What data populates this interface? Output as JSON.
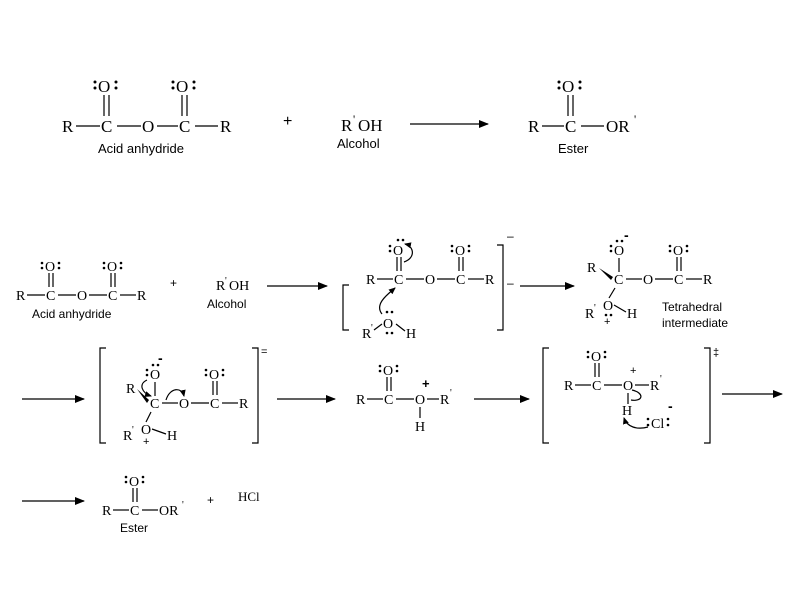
{
  "overall": {
    "reactant_labels": [
      "Acid anhydride",
      "Alcohol"
    ],
    "product_label": "Ester",
    "plus": "+",
    "alcohol_formula": {
      "main": "R",
      "prime": "'",
      "rest": "OH"
    },
    "atoms": {
      "R": "R",
      "C": "C",
      "O": "O",
      "OR": "OR",
      "prime": "'"
    }
  },
  "mechanism": {
    "step1": {
      "anhydride_label": "Acid anhydride",
      "alcohol_label": "Alcohol",
      "plus": "+",
      "bracket_mark": "–",
      "atoms": {
        "R": "R",
        "C": "C",
        "O": "O",
        "H": "H",
        "prime": "'",
        "OH": "OH"
      }
    },
    "tetrahedral": {
      "label_line1": "Tetrahedral",
      "label_line2": "intermediate",
      "minus": "-",
      "plus": "+",
      "atoms": {
        "R": "R",
        "C": "C",
        "O": "O",
        "H": "H",
        "prime": "'"
      }
    },
    "step2": {
      "bracket_mark": "=",
      "minus": "-",
      "plus": "+",
      "atoms": {
        "R": "R",
        "C": "C",
        "O": "O",
        "H": "H",
        "prime": "'"
      }
    },
    "protonated_ester": {
      "plus": "+",
      "atoms": {
        "R": "R",
        "C": "C",
        "O": "O",
        "H": "H",
        "prime": "'"
      }
    },
    "step3": {
      "bracket_mark": "‡",
      "plus": "+",
      "minus": "-",
      "chloride": "Cl",
      "atoms": {
        "R": "R",
        "C": "C",
        "O": "O",
        "H": "H",
        "prime": "'"
      }
    },
    "final": {
      "ester_label": "Ester",
      "plus": "+",
      "byproduct": "HCl",
      "atoms": {
        "R": "R",
        "C": "C",
        "O": "O",
        "OR": "OR",
        "prime": "'"
      }
    }
  }
}
